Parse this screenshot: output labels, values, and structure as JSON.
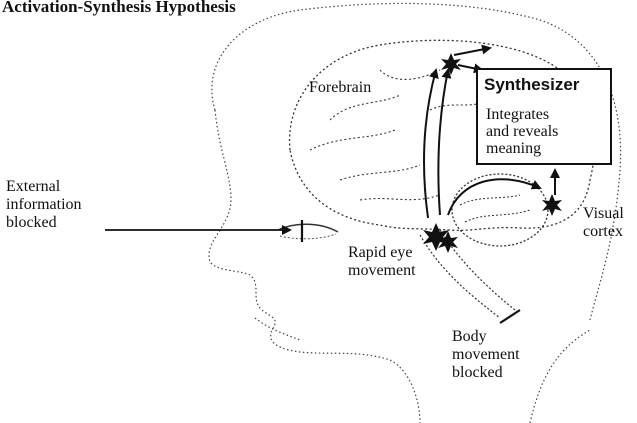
{
  "title": "Activation-Synthesis Hypothesis",
  "labels": {
    "forebrain": "Forebrain",
    "external": [
      "External",
      "information",
      "blocked"
    ],
    "rapid_eye": [
      "Rapid eye",
      "movement"
    ],
    "visual_cortex": [
      "Visual",
      "cortex"
    ],
    "body_movement": [
      "Body",
      "movement",
      "blocked"
    ]
  },
  "synthesizer": {
    "title": "Synthesizer",
    "description": [
      "Integrates",
      "and reveals",
      "meaning"
    ]
  },
  "colors": {
    "ink": "#111111",
    "background": "#ffffff"
  }
}
